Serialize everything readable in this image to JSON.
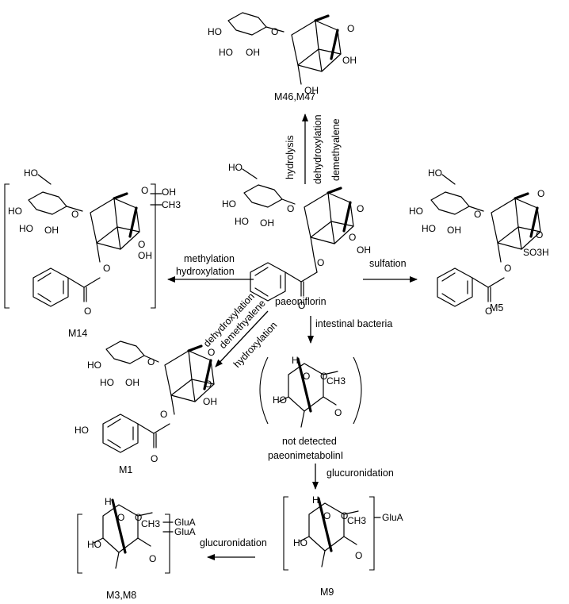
{
  "compounds": {
    "m46_m47": "M46,M47",
    "m14": "M14",
    "paeoniflorin": "paeoniflorin",
    "m5": "M5",
    "m1": "M1",
    "not_detected": "not detected",
    "paeonimetabolin": "paeonimetabolinI",
    "m9": "M9",
    "m3_m8": "M3,M8"
  },
  "reactions": {
    "up": [
      "hydrolysis",
      "dehydroxylation",
      "demethyalene"
    ],
    "left": [
      "methylation",
      "hydroxylation"
    ],
    "right": "sulfation",
    "diag": [
      "dehydroxylation",
      "demethyalene",
      "hydroxylation"
    ],
    "down": "intestinal  bacteria",
    "gluc1": "glucuronidation",
    "gluc2": "glucuronidation"
  },
  "substituents": {
    "oh": "OH",
    "ch3": "CH3",
    "so3h": "SO3H",
    "glua": "GluA",
    "ho": "HO",
    "h": "H",
    "o": "O"
  }
}
